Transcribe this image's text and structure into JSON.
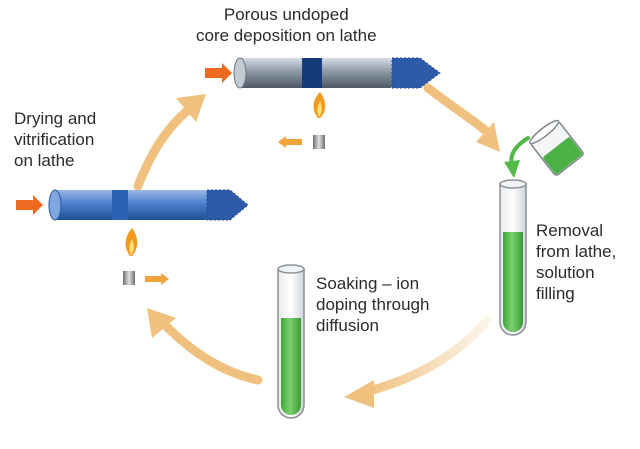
{
  "labels": {
    "top": [
      "Porous undoped",
      "core deposition on lathe"
    ],
    "left": [
      "Drying and",
      "vitrification",
      "on lathe"
    ],
    "right": [
      "Removal",
      "from lathe,",
      "solution",
      "filling"
    ],
    "bottom": [
      "Soaking – ion",
      "doping through",
      "diffusion"
    ]
  },
  "colors": {
    "cycle_arrow": "#EFC07E",
    "tube_blue": "#3F76C8",
    "tube_end": "#2D5BA7",
    "feed_arrow": "#EE6A20",
    "solution_green": "#52B848",
    "flame_orange": "#F39A1E"
  }
}
